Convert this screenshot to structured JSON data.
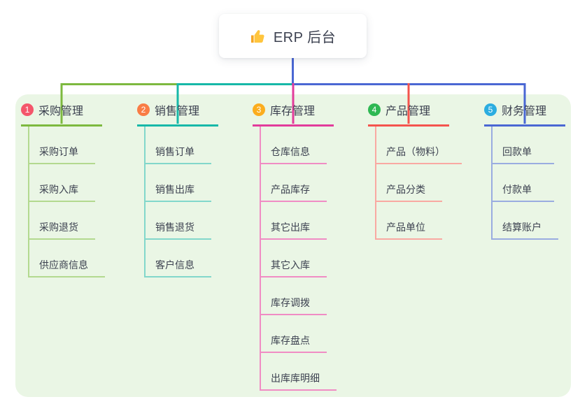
{
  "root": {
    "label": "ERP 后台",
    "icon": "thumbs-up-icon",
    "icon_color": "#FFC53D",
    "icon_shadow_color": "#F5A623"
  },
  "colors": {
    "canvas_bg": "#FFFFFF",
    "panel_bg": "#EAF6E5",
    "text": "#3C4150",
    "root_connector": "#4A67D3"
  },
  "branches": [
    {
      "number": "1",
      "label": "采购管理",
      "badge_color": "#F4566B",
      "line_color": "#7DB93F",
      "child_line_color": "#B3D98F",
      "children": [
        "采购订单",
        "采购入库",
        "采购退货",
        "供应商信息"
      ]
    },
    {
      "number": "2",
      "label": "销售管理",
      "badge_color": "#F97C45",
      "line_color": "#17B8A8",
      "child_line_color": "#82D7CB",
      "children": [
        "销售订单",
        "销售出库",
        "销售退货",
        "客户信息"
      ]
    },
    {
      "number": "3",
      "label": "库存管理",
      "badge_color": "#FBAD1E",
      "line_color": "#E23C9B",
      "child_line_color": "#F08CC4",
      "children": [
        "仓库信息",
        "产品库存",
        "其它出库",
        "其它入库",
        "库存调拨",
        "库存盘点",
        "出库库明细"
      ]
    },
    {
      "number": "4",
      "label": "产品管理",
      "badge_color": "#2EB853",
      "line_color": "#F4544E",
      "child_line_color": "#F9A9A2",
      "children": [
        "产品（物料）",
        "产品分类",
        "产品单位"
      ]
    },
    {
      "number": "5",
      "label": "财务管理",
      "badge_color": "#2BADE0",
      "line_color": "#4A67D3",
      "child_line_color": "#9AACE0",
      "children": [
        "回款单",
        "付款单",
        "结算账户"
      ]
    }
  ]
}
